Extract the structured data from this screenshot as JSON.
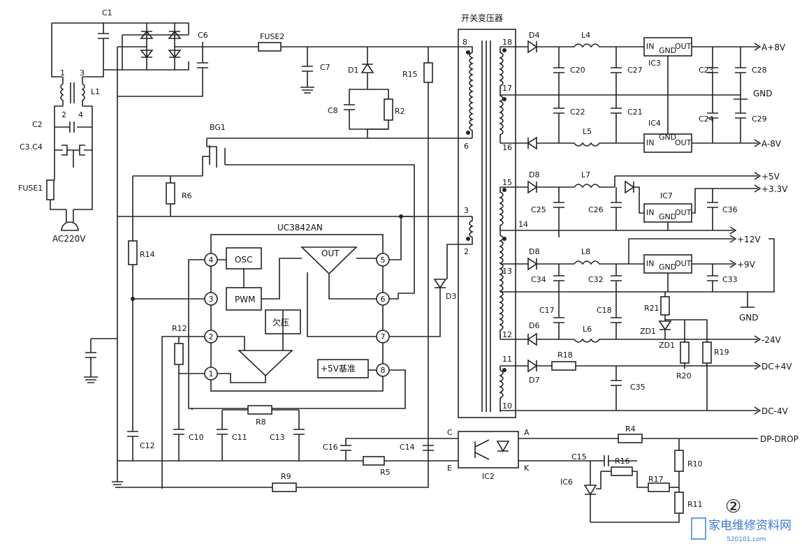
{
  "components": {
    "C1": "C1",
    "C2": "C2",
    "C3C4": "C3.C4",
    "C6": "C6",
    "C7": "C7",
    "C8": "C8",
    "C10": "C10",
    "C11": "C11",
    "C12": "C12",
    "C13": "C13",
    "C14": "C14",
    "C15": "C15",
    "C16": "C16",
    "C17": "C17",
    "C18": "C18",
    "C20": "C20",
    "C21": "C21",
    "C22": "C22",
    "C23": "C23",
    "C24": "C24",
    "C25": "C25",
    "C26": "C26",
    "C27": "C27",
    "C28": "C28",
    "C29": "C29",
    "C32": "C32",
    "C33": "C33",
    "C34": "C34",
    "C35": "C35",
    "C36": "C36",
    "R2": "R2",
    "R4": "R4",
    "R5": "R5",
    "R6": "R6",
    "R8": "R8",
    "R9": "R9",
    "R10": "R10",
    "R11": "R11",
    "R12": "R12",
    "R14": "R14",
    "R15": "R15",
    "R16": "R16",
    "R17": "R17",
    "R18": "R18",
    "R19": "R19",
    "R20": "R20",
    "R21": "R21",
    "D1": "D1",
    "D3": "D3",
    "D4": "D4",
    "D6": "D6",
    "D7": "D7",
    "D8a": "D8",
    "D8b": "D8",
    "ZD1a": "ZD1",
    "ZD1b": "ZD1",
    "L1": "L1",
    "L4": "L4",
    "L5": "L5",
    "L6": "L6",
    "L7": "L7",
    "L8": "L8",
    "IC2": "IC2",
    "IC3": "IC3",
    "IC4": "IC4",
    "IC6": "IC6",
    "IC7": "IC7",
    "BG1": "BG1",
    "FUSE1": "FUSE1",
    "FUSE2": "FUSE2"
  },
  "labels": {
    "transformer": "开关变压器",
    "controller": "UC3842AN",
    "osc": "OSC",
    "pwm": "PWM",
    "out": "OUT",
    "undervolt": "欠压",
    "ref": "+5V基准",
    "ac": "AC220V",
    "regIn": "IN",
    "regGnd": "GND",
    "regOut": "OUT",
    "figure": "②"
  },
  "outputs": {
    "a8p": "A+8V",
    "gnd1": "GND",
    "a8m": "A-8V",
    "p5v": "+5V",
    "p33v": "+3.3V",
    "p12v": "+12V",
    "p9v": "+9V",
    "gnd2": "GND",
    "m24v": "-24V",
    "dc4p": "DC+4V",
    "dc4m": "DC-4V",
    "dpdrop": "DP-DROP"
  },
  "pins": {
    "t8": "8",
    "t6": "6",
    "t3": "3",
    "t2": "2",
    "t18": "18",
    "t17": "17",
    "t16": "16",
    "t15": "15",
    "t14": "14",
    "t13": "13",
    "t12": "12",
    "t11": "11",
    "t10": "10",
    "ic1": "1",
    "ic2": "2",
    "ic3": "3",
    "ic4": "4",
    "ic5": "5",
    "ic6": "6",
    "ic7": "7",
    "ic8": "8",
    "l1a": "1",
    "l1b": "3",
    "l1c": "2",
    "l1d": "4",
    "optoC": "C",
    "optoE": "E",
    "optoA": "A",
    "optoK": "K"
  },
  "watermark": {
    "site": "家电维修资料网",
    "url": "520101.com"
  }
}
